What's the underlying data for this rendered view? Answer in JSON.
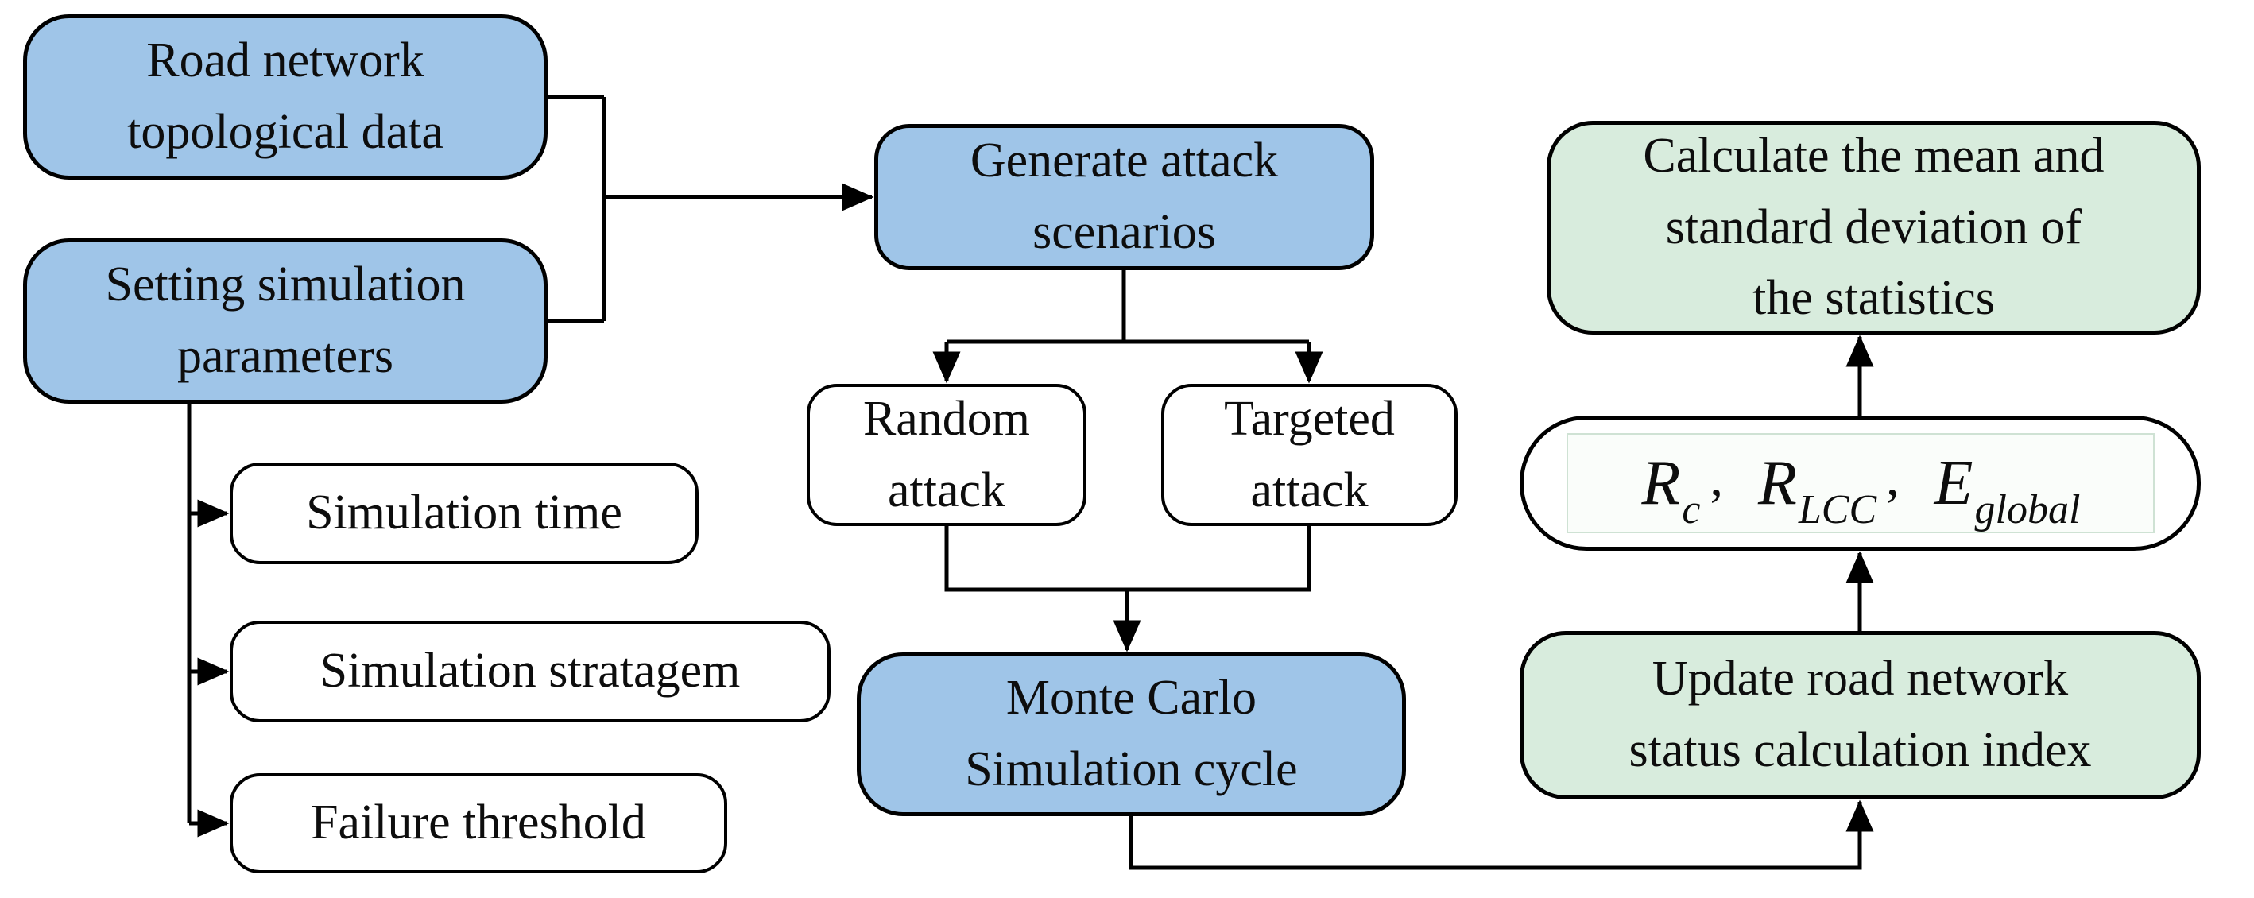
{
  "colors": {
    "blue": "#9fc5e8",
    "green": "#d8ecdd",
    "line": "#000000",
    "ink": "#0d0d0d"
  },
  "nodes": {
    "road_network": {
      "label": "Road network\ntopological data"
    },
    "setting_params": {
      "label": "Setting simulation\nparameters"
    },
    "simulation_time": {
      "label": "Simulation time"
    },
    "simulation_stratagem": {
      "label": "Simulation stratagem"
    },
    "failure_threshold": {
      "label": "Failure threshold"
    },
    "generate_attack": {
      "label": "Generate attack\nscenarios"
    },
    "random_attack": {
      "label": "Random\nattack"
    },
    "targeted_attack": {
      "label": "Targeted\nattack"
    },
    "monte_carlo": {
      "label": "Monte Carlo\nSimulation cycle"
    },
    "calculate_stats": {
      "label": "Calculate the mean and\nstandard deviation of\nthe statistics"
    },
    "update_index": {
      "label": "Update road network\nstatus calculation index"
    }
  },
  "formula": {
    "comma": ",",
    "terms": [
      {
        "base": "R",
        "sub": "c"
      },
      {
        "base": "R",
        "sub": "LCC"
      },
      {
        "base": "E",
        "sub": "global"
      }
    ]
  }
}
